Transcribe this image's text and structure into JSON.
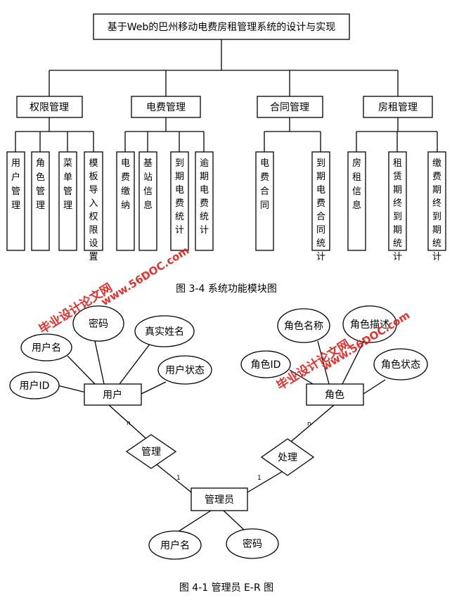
{
  "tree": {
    "root": "基于Web的巴州移动电费房租管理系统的设计与实现",
    "groups": [
      {
        "label": "权限管理",
        "children": [
          "用户管理",
          "角色管理",
          "菜单管理",
          "模板导入权限设置"
        ]
      },
      {
        "label": "电费管理",
        "children": [
          "电费缴纳",
          "基站信息",
          "到期电费统计",
          "逾期电费统计"
        ]
      },
      {
        "label": "合同管理",
        "children": [
          "电费合同",
          "到期电费合同统计"
        ]
      },
      {
        "label": "房租管理",
        "children": [
          "房租信息",
          "租赁期终到期统计",
          "缴费期终到期统计"
        ]
      }
    ],
    "caption": "图 3-4   系统功能模块图"
  },
  "er": {
    "entities": {
      "user": "用户",
      "role": "角色",
      "admin": "管理员"
    },
    "relations": {
      "manage": "管理",
      "process": "处理"
    },
    "user_attrs": [
      "用户ID",
      "用户名",
      "密码",
      "真实姓名",
      "用户状态"
    ],
    "role_attrs": [
      "角色ID",
      "角色名称",
      "角色描述",
      "角色状态"
    ],
    "admin_attrs": [
      "用户名",
      "密码"
    ],
    "cardinality": {
      "user_manage": "n",
      "manage_admin": "1",
      "role_process": "n",
      "process_admin": "1"
    },
    "caption": "图 4-1   管理员 E-R 图"
  },
  "watermarks": [
    "毕业设计论文网",
    "www.56DOC.com",
    "毕业设计论文网",
    "www.56DOC.com"
  ]
}
